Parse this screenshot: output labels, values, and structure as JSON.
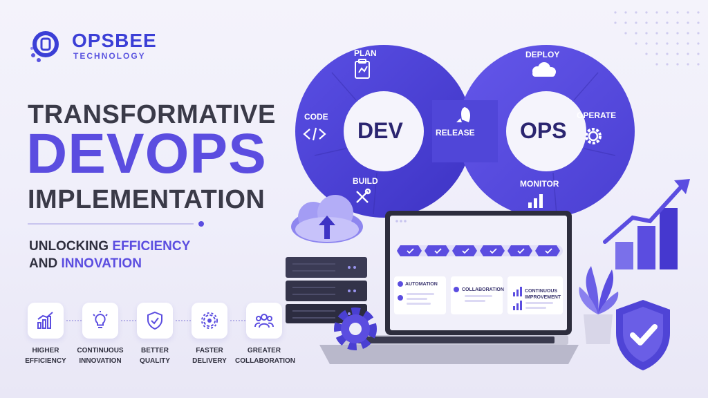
{
  "brand": {
    "name": "OPSBEE",
    "tagline": "TECHNOLOGY",
    "color": "#3b3fd6"
  },
  "headline": {
    "line1": "TRANSFORMATIVE",
    "line2": "DEVOPS",
    "line3": "IMPLEMENTATION"
  },
  "subheadline": {
    "line1_prefix": "UNLOCKING ",
    "line1_highlight": "EFFICIENCY",
    "line2_prefix": "AND ",
    "line2_highlight": "INNOVATION"
  },
  "benefits": [
    {
      "line1": "HIGHER",
      "line2": "EFFICIENCY",
      "icon": "bar-chart-icon"
    },
    {
      "line1": "CONTINUOUS",
      "line2": "INNOVATION",
      "icon": "lightbulb-icon"
    },
    {
      "line1": "BETTER",
      "line2": "QUALITY",
      "icon": "shield-check-icon"
    },
    {
      "line1": "FASTER",
      "line2": "DELIVERY",
      "icon": "gear-icon"
    },
    {
      "line1": "GREATER",
      "line2": "COLLABORATION",
      "icon": "people-icon"
    }
  ],
  "infinity_loop": {
    "left": "DEV",
    "right": "OPS",
    "stages": {
      "plan": "PLAN",
      "code": "CODE",
      "build": "BUILD",
      "release": "RELEASE",
      "deploy": "DEPLOY",
      "operate": "OPERATE",
      "monitor": "MONITOR"
    }
  },
  "laptop_screen": {
    "cards": {
      "automation": "AUTOMATION",
      "collaboration": "COLLABORATION",
      "continuous_line1": "CONTINUOUS",
      "continuous_line2": "IMPROVEMENT"
    }
  },
  "colors": {
    "accent": "#5b4de0",
    "dark_text": "#3a3a48",
    "loop_fill": "#4f44d6"
  }
}
